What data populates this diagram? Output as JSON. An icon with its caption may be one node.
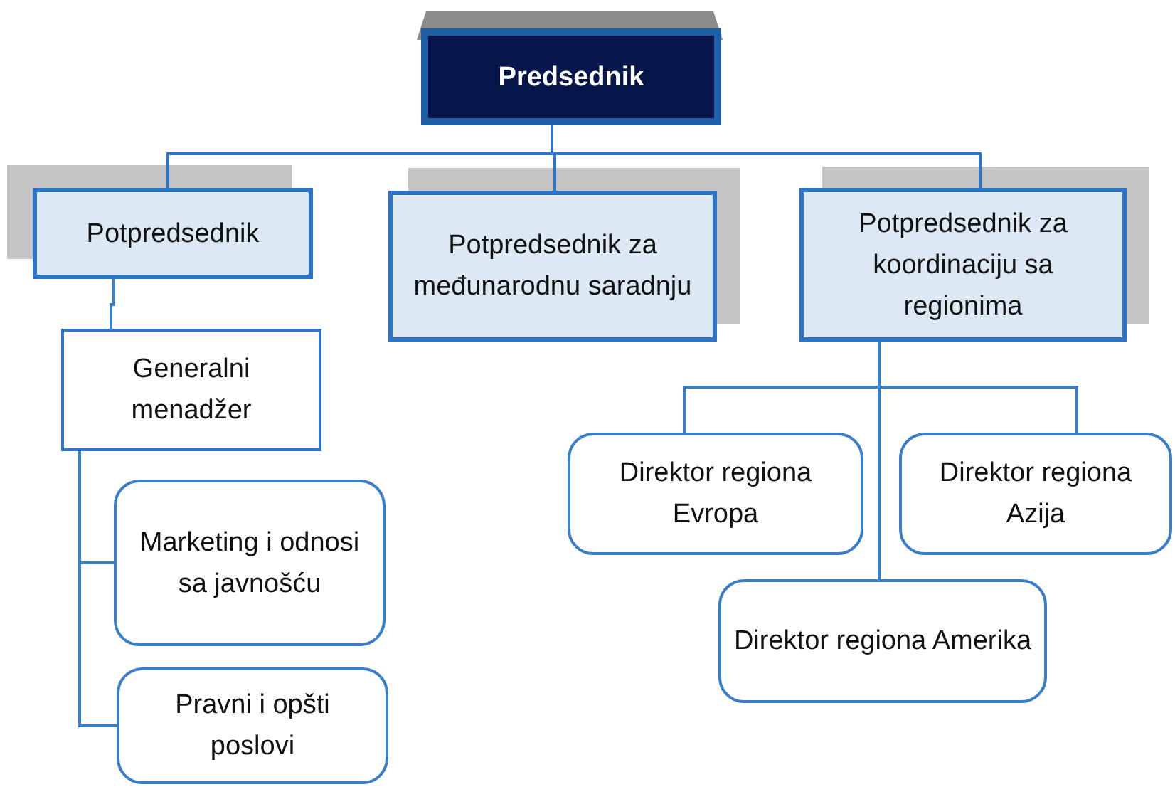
{
  "diagram": {
    "nodes": [
      {
        "text": [
          "Predsednik"
        ]
      },
      {
        "text": [
          "Potpredsednik"
        ]
      },
      {
        "text": [
          "Potpredsednik za međunarodnu saradnju"
        ]
      },
      {
        "text": [
          "Potpredsednik za koordinaciju sa regionima"
        ]
      },
      {
        "text": [
          "Generalni menadžer"
        ]
      },
      {
        "text": [
          "Marketing i odnosi sa javnošću"
        ]
      },
      {
        "text": [
          "Pravni i opšti poslovi"
        ]
      },
      {
        "text": [
          "Direktor regiona Evropa"
        ]
      },
      {
        "text": [
          "Direktor regiona Azija"
        ]
      },
      {
        "text": [
          "Direktor regiona Amerika"
        ]
      }
    ],
    "edges": [
      {
        "from": 0,
        "to": 1,
        "arrow": "none"
      },
      {
        "from": 0,
        "to": 2,
        "arrow": "none"
      },
      {
        "from": 0,
        "to": 3,
        "arrow": "none"
      },
      {
        "from": 1,
        "to": 4,
        "arrow": "none"
      },
      {
        "from": 4,
        "to": 5,
        "arrow": "none"
      },
      {
        "from": 4,
        "to": 6,
        "arrow": "none"
      },
      {
        "from": 3,
        "to": 7,
        "arrow": "none"
      },
      {
        "from": 3,
        "to": 8,
        "arrow": "none"
      },
      {
        "from": 3,
        "to": 9,
        "arrow": "none"
      }
    ]
  }
}
